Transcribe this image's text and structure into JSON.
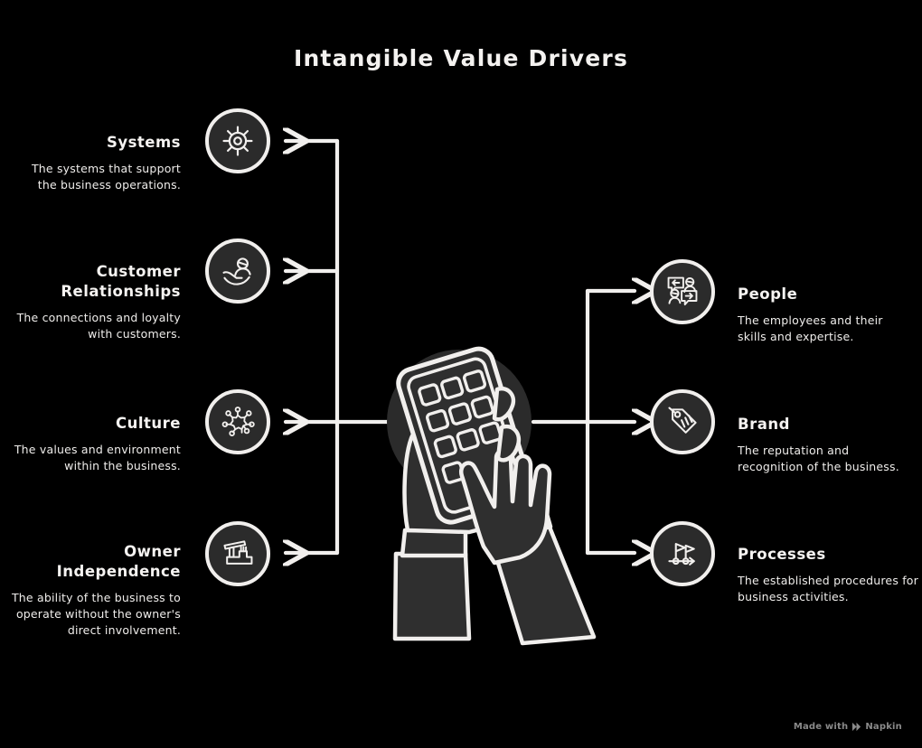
{
  "title": "Intangible Value Drivers",
  "theme": {
    "background": "#000000",
    "stroke": "#f1efed",
    "badge_fill": "#2b2b2b",
    "text": "#f4f2f0",
    "watermark": "#8a8a8a"
  },
  "left_items": [
    {
      "id": "systems",
      "icon": "gear-icon",
      "title": "Systems",
      "desc": "The systems that support the business operations."
    },
    {
      "id": "customer-relationships",
      "icon": "hand-holding-person-icon",
      "title": "Customer Relationships",
      "desc": "The connections and loyalty with customers."
    },
    {
      "id": "culture",
      "icon": "network-hub-icon",
      "title": "Culture",
      "desc": "The values and environment within the business."
    },
    {
      "id": "owner-independence",
      "icon": "factory-crane-icon",
      "title": "Owner Independence",
      "desc": "The ability of the business to operate without the owner's direct involvement."
    }
  ],
  "right_items": [
    {
      "id": "people",
      "icon": "people-speech-bubbles-icon",
      "title": "People",
      "desc": "The employees and their skills and expertise."
    },
    {
      "id": "brand",
      "icon": "price-tag-icon",
      "title": "Brand",
      "desc": "The reputation and recognition of the business."
    },
    {
      "id": "processes",
      "icon": "milestone-flags-icon",
      "title": "Processes",
      "desc": "The established procedures for business activities."
    }
  ],
  "center": {
    "illustration": "hands-holding-calculator-illustration"
  },
  "watermark": {
    "prefix": "Made with",
    "brand": "Napkin",
    "logo": "napkin-logo-icon"
  }
}
